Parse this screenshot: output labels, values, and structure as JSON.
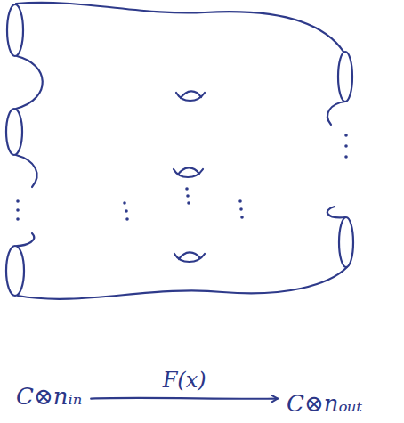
{
  "diagram": {
    "nodes": [
      {
        "text": [
          "C⊗nᵢₙ"
        ]
      },
      {
        "text": [
          "C⊗nₒᵤₜ"
        ]
      }
    ],
    "edges": [
      {
        "from": 0,
        "to": 1,
        "arrow": "to",
        "label": "F(x)"
      }
    ]
  }
}
